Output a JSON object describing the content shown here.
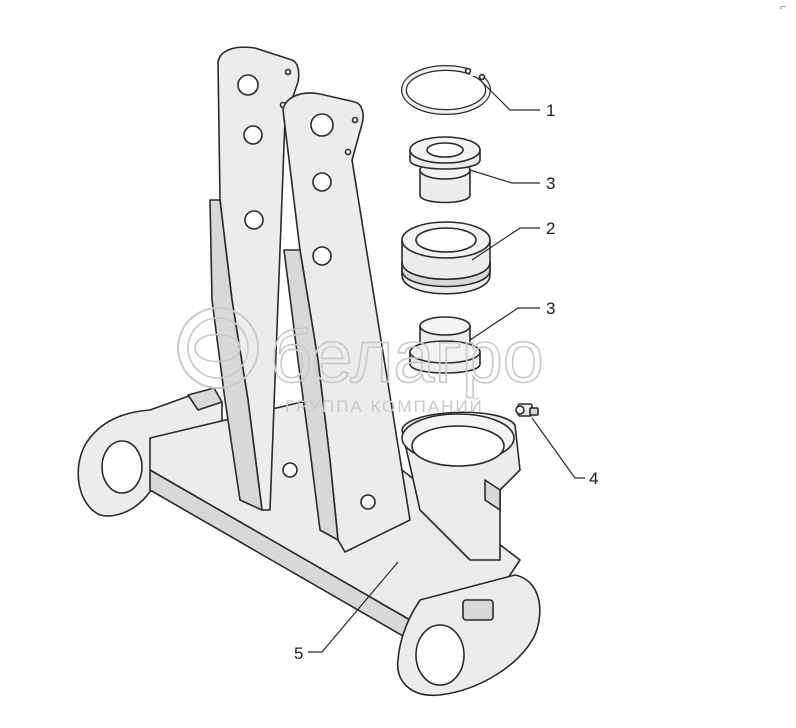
{
  "callouts": [
    {
      "id": "c1",
      "label": "1"
    },
    {
      "id": "c3a",
      "label": "3"
    },
    {
      "id": "c2",
      "label": "2"
    },
    {
      "id": "c3b",
      "label": "3"
    },
    {
      "id": "c4",
      "label": "4"
    },
    {
      "id": "c5",
      "label": "5"
    }
  ],
  "watermark": {
    "brand": "белагро",
    "subtitle": "ГРУППА КОМПАНИЙ"
  },
  "corner_mark": "⌐"
}
